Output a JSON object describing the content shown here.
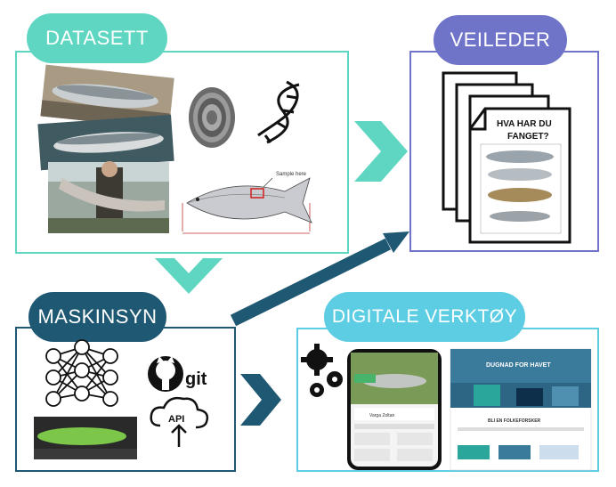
{
  "colors": {
    "datasett": "#5fd6c2",
    "veileder": "#6f74c9",
    "maskinsyn": "#1f5873",
    "digitale": "#5ccde3",
    "arrow_teal": "#5fd6c2",
    "arrow_dark": "#1f5873"
  },
  "labels": {
    "datasett": "DATASETT",
    "veileder": "VEILEDER",
    "maskinsyn": "MASKINSYN",
    "digitale": "DIGITALE VERKTØY"
  },
  "datasett": {
    "sample_label": "Sample here"
  },
  "veileder": {
    "doc_heading_line1": "HVA HAR DU",
    "doc_heading_line2": "FANGET?"
  },
  "maskinsyn": {
    "git_label": "git",
    "api_label": "API"
  },
  "digitale": {
    "website_title": "DUGNAD FOR HAVET",
    "website_section": "BLI EN FOLKEFORSKER",
    "phone_user": "Varga Zoltan"
  }
}
